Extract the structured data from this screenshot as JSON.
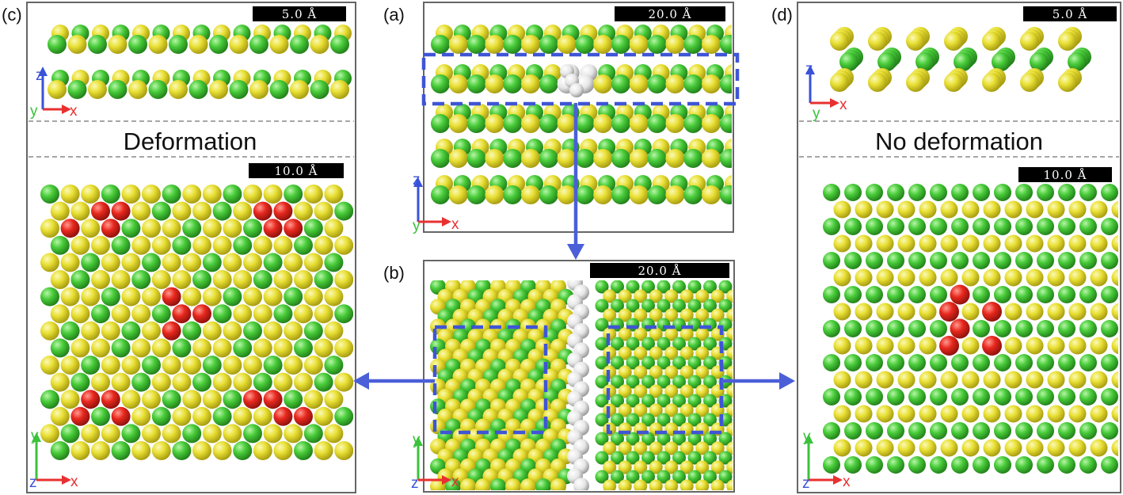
{
  "figure": {
    "panels": {
      "a": {
        "label": "(a)",
        "scale_bar": "20.0 Å",
        "axes": {
          "vertical": "z",
          "horizontal": "x",
          "out": "y"
        }
      },
      "b": {
        "label": "(b)",
        "scale_bar": "20.0 Å",
        "axes": {
          "vertical": "y",
          "horizontal": "x",
          "out": "z"
        }
      },
      "c": {
        "label": "(c)",
        "caption": "Deformation",
        "top": {
          "scale_bar": "5.0 Å",
          "axes": {
            "vertical": "z",
            "horizontal": "x",
            "out": "y"
          }
        },
        "bottom": {
          "scale_bar": "10.0 Å",
          "axes": {
            "vertical": "y",
            "horizontal": "x",
            "out": "z"
          }
        }
      },
      "d": {
        "label": "(d)",
        "caption": "No deformation",
        "top": {
          "scale_bar": "5.0 Å",
          "axes": {
            "vertical": "z",
            "horizontal": "x",
            "out": "y"
          }
        },
        "bottom": {
          "scale_bar": "10.0 Å",
          "axes": {
            "vertical": "y",
            "horizontal": "x",
            "out": "z"
          }
        }
      }
    },
    "colors": {
      "yellow_atom": "#e9e035",
      "green_atom": "#49cc3a",
      "red_atom": "#e8281e",
      "white_atom": "#e6e6e6",
      "arrow_blue": "#4a5fd8",
      "highlight_box": "#3f55d6",
      "axis_z": "#3a52d8",
      "axis_x": "#e83030",
      "axis_y": "#3bc23b",
      "panel_border": "#666666"
    }
  }
}
